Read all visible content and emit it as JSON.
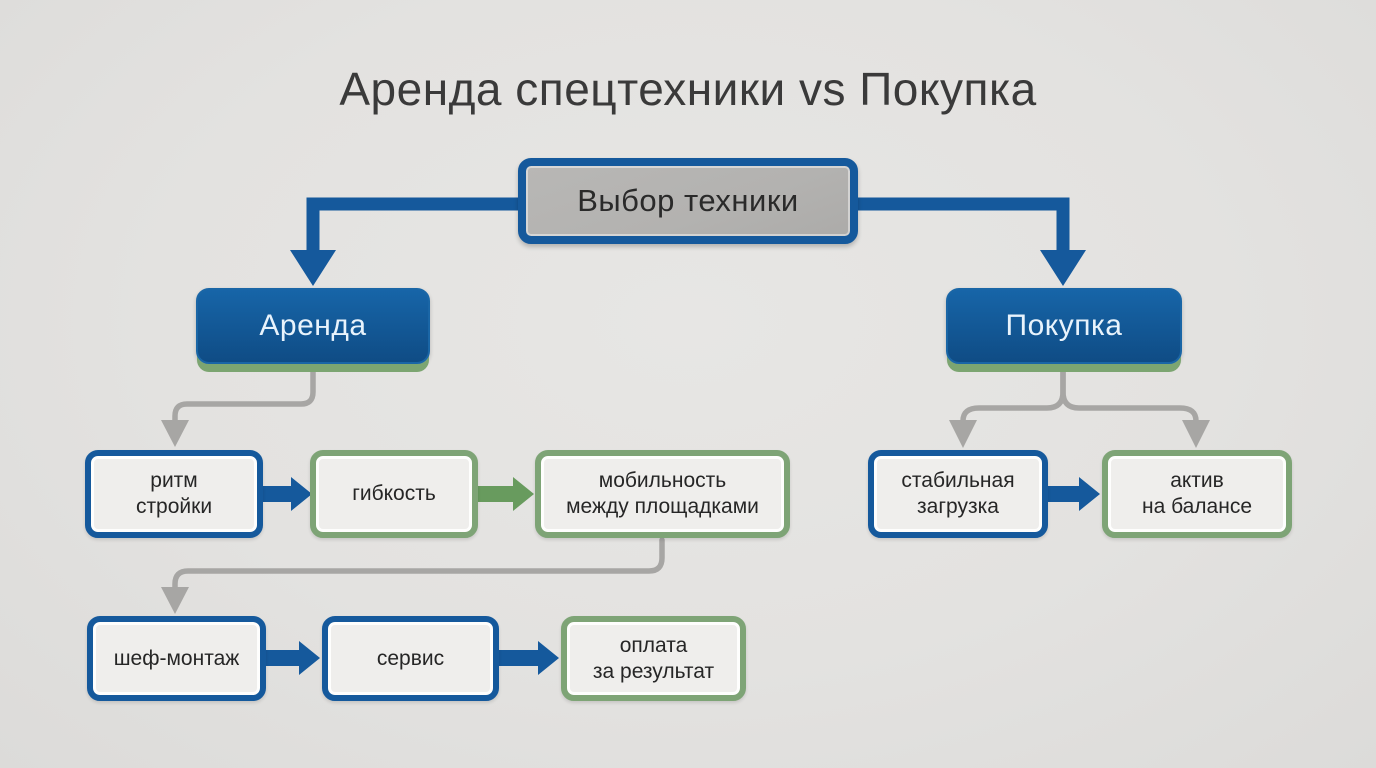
{
  "title": "Аренда спецтехники vs Покупка",
  "colors": {
    "bg": "#e3e2e0",
    "blue": "#15599c",
    "blue-deep": "#0f4c85",
    "blue-top": "#1765a8",
    "green": "#7ea476",
    "green-arrow": "#689b5e",
    "green-under": "#7ca571",
    "gray-line": "#a7a6a4",
    "gray-fill": "#b3b2b0",
    "ink": "#262626",
    "title-ink": "#3a3a3a",
    "box-fill": "#efeeec",
    "light-text": "#e8f3fc"
  },
  "nodes": {
    "root": {
      "label": "Выбор техники"
    },
    "rent": {
      "label": "Аренда"
    },
    "buy": {
      "label": "Покупка"
    },
    "rhythm": {
      "label": "ритм\nстройки"
    },
    "flexibility": {
      "label": "гибкость"
    },
    "mobility": {
      "label": "мобильность\nмежду площадками"
    },
    "supervision": {
      "label": "шеф-монтаж"
    },
    "service": {
      "label": "сервис"
    },
    "payment": {
      "label": "оплата\nза результат"
    },
    "load": {
      "label": "стабильная\nзагрузка"
    },
    "asset": {
      "label": "актив\nна балансе"
    }
  }
}
